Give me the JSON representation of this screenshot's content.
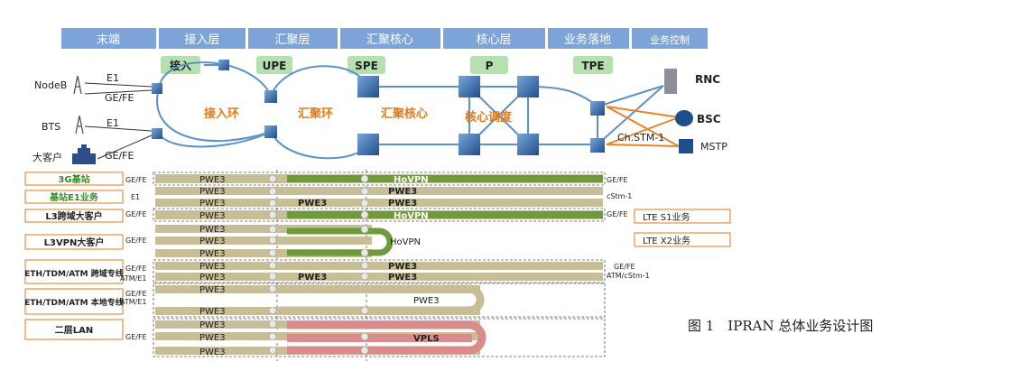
{
  "layers": [
    "末端",
    "接入层",
    "汇聚层",
    "汇聚核心",
    "核心层",
    "业务落地",
    "业务控制"
  ],
  "nodes": {
    "access": "接入",
    "upe": "UPE",
    "spe": "SPE",
    "p": "P",
    "tpe": "TPE",
    "rnc": "RNC",
    "bsc": "BSC",
    "mstp": "MSTP"
  },
  "terminals": {
    "nodeb": "NodeB",
    "bts": "BTS",
    "customer": "大客户"
  },
  "terminal_links": {
    "e1_nodeb": "E1",
    "gefe_nodeb": "GE/FE",
    "e1_bts": "E1",
    "gefe_customer": "GE/FE"
  },
  "rings": {
    "access": "接入环",
    "aggregation": "汇聚环",
    "agg_core": "汇聚核心",
    "core": "核心调度"
  },
  "ch_stm": "Ch.STM-1",
  "services": [
    "3G基站",
    "基站E1业务",
    "L3跨域大客户",
    "L3VPN大客户",
    "ETH/TDM/ATM 跨域专线",
    "ETH/TDM/ATM 本地专线",
    "二层LAN"
  ],
  "left_iface": [
    "GE/FE",
    "E1",
    "GE/FE",
    "GE/FE",
    "GE/FE",
    "ATM/E1",
    "GE/FE",
    "ATM/E1",
    "GE/FE"
  ],
  "pw": {
    "pwe3": "PWE3",
    "hovpn": "HoVPN",
    "vpls": "VPLS"
  },
  "right_iface": [
    "GE/FE",
    "cStm-1",
    "GE/FE",
    "GE/FE",
    "ATM/cStm-1"
  ],
  "right_services": [
    "LTE S1业务",
    "LTE X2业务"
  ],
  "caption": "图 1　IPRAN 总体业务设计图",
  "colors": {
    "header": "#7da4d8",
    "nodebox": "#b6e0b0",
    "green": "#6e9a3c",
    "tan": "#c7bd96",
    "pink": "#d98c8c",
    "ring": "#5b92c8",
    "orange": "#e8832a"
  }
}
